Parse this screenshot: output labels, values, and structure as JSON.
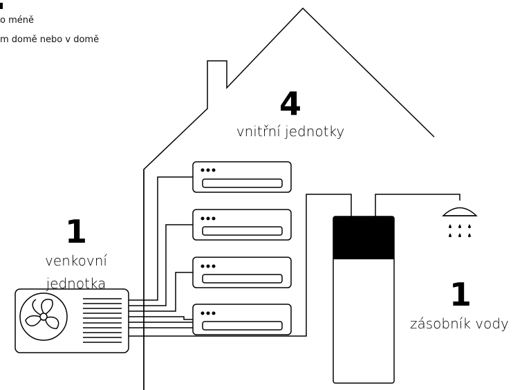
{
  "intro": {
    "line1": "o méně",
    "line2": "m domě nebo v domě"
  },
  "indoor": {
    "count": "4",
    "label": "vnitřní jednotky"
  },
  "outdoor": {
    "count": "1",
    "label_line1": "venkovní",
    "label_line2": "jednotka"
  },
  "tank": {
    "count": "1",
    "label": "zásobník vody"
  }
}
